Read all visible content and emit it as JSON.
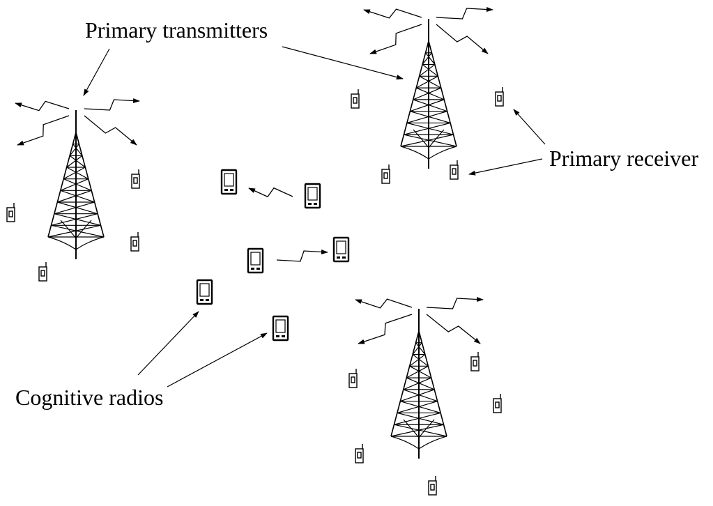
{
  "labels": {
    "primary_transmitters": "Primary transmitters",
    "primary_receivers": "Primary receiver",
    "cognitive_radios": "Cognitive radios"
  },
  "colors": {
    "ink": "#000000",
    "background": "#ffffff"
  },
  "icons": [
    "tower-icon",
    "primary-receiver-icon",
    "cognitive-radio-icon",
    "lightning-arrow-icon"
  ]
}
